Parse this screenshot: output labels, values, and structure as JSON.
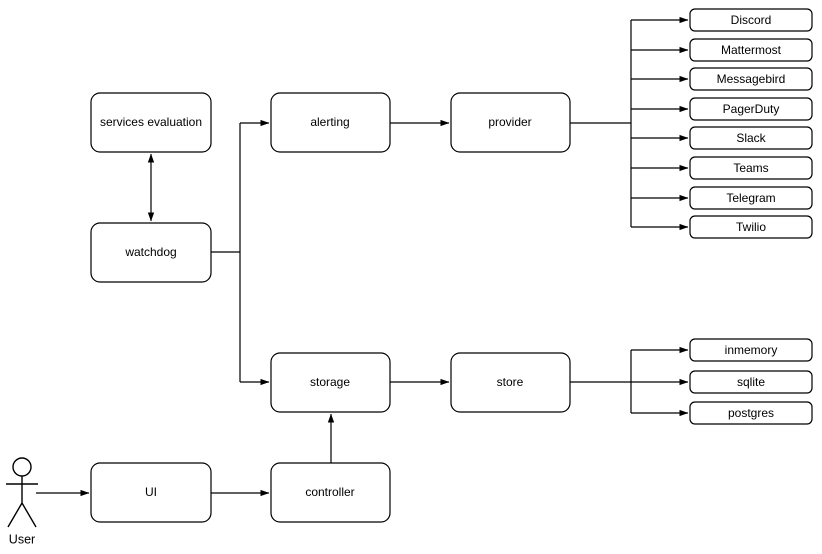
{
  "diagram": {
    "type": "architecture-flow-diagram",
    "background_color": "#ffffff",
    "line_color": "#000000",
    "box_fill_color": "#ffffff"
  },
  "actor": {
    "label": "User"
  },
  "nodes": {
    "services_evaluation": {
      "label": "services evaluation"
    },
    "watchdog": {
      "label": "watchdog"
    },
    "alerting": {
      "label": "alerting"
    },
    "provider": {
      "label": "provider"
    },
    "storage": {
      "label": "storage"
    },
    "store": {
      "label": "store"
    },
    "ui": {
      "label": "UI"
    },
    "controller": {
      "label": "controller"
    }
  },
  "providers": [
    {
      "label": "Discord"
    },
    {
      "label": "Mattermost"
    },
    {
      "label": "Messagebird"
    },
    {
      "label": "PagerDuty"
    },
    {
      "label": "Slack"
    },
    {
      "label": "Teams"
    },
    {
      "label": "Telegram"
    },
    {
      "label": "Twilio"
    }
  ],
  "stores": [
    {
      "label": "inmemory"
    },
    {
      "label": "sqlite"
    },
    {
      "label": "postgres"
    }
  ],
  "edges": [
    {
      "from": "User",
      "to": "UI"
    },
    {
      "from": "UI",
      "to": "controller"
    },
    {
      "from": "controller",
      "to": "storage"
    },
    {
      "from": "watchdog",
      "to": "services evaluation",
      "bidirectional": true
    },
    {
      "from": "watchdog",
      "to": "alerting"
    },
    {
      "from": "watchdog",
      "to": "storage"
    },
    {
      "from": "alerting",
      "to": "provider"
    },
    {
      "from": "storage",
      "to": "store"
    },
    {
      "from": "provider",
      "to": "Discord"
    },
    {
      "from": "provider",
      "to": "Mattermost"
    },
    {
      "from": "provider",
      "to": "Messagebird"
    },
    {
      "from": "provider",
      "to": "PagerDuty"
    },
    {
      "from": "provider",
      "to": "Slack"
    },
    {
      "from": "provider",
      "to": "Teams"
    },
    {
      "from": "provider",
      "to": "Telegram"
    },
    {
      "from": "provider",
      "to": "Twilio"
    },
    {
      "from": "store",
      "to": "inmemory"
    },
    {
      "from": "store",
      "to": "sqlite"
    },
    {
      "from": "store",
      "to": "postgres"
    }
  ]
}
